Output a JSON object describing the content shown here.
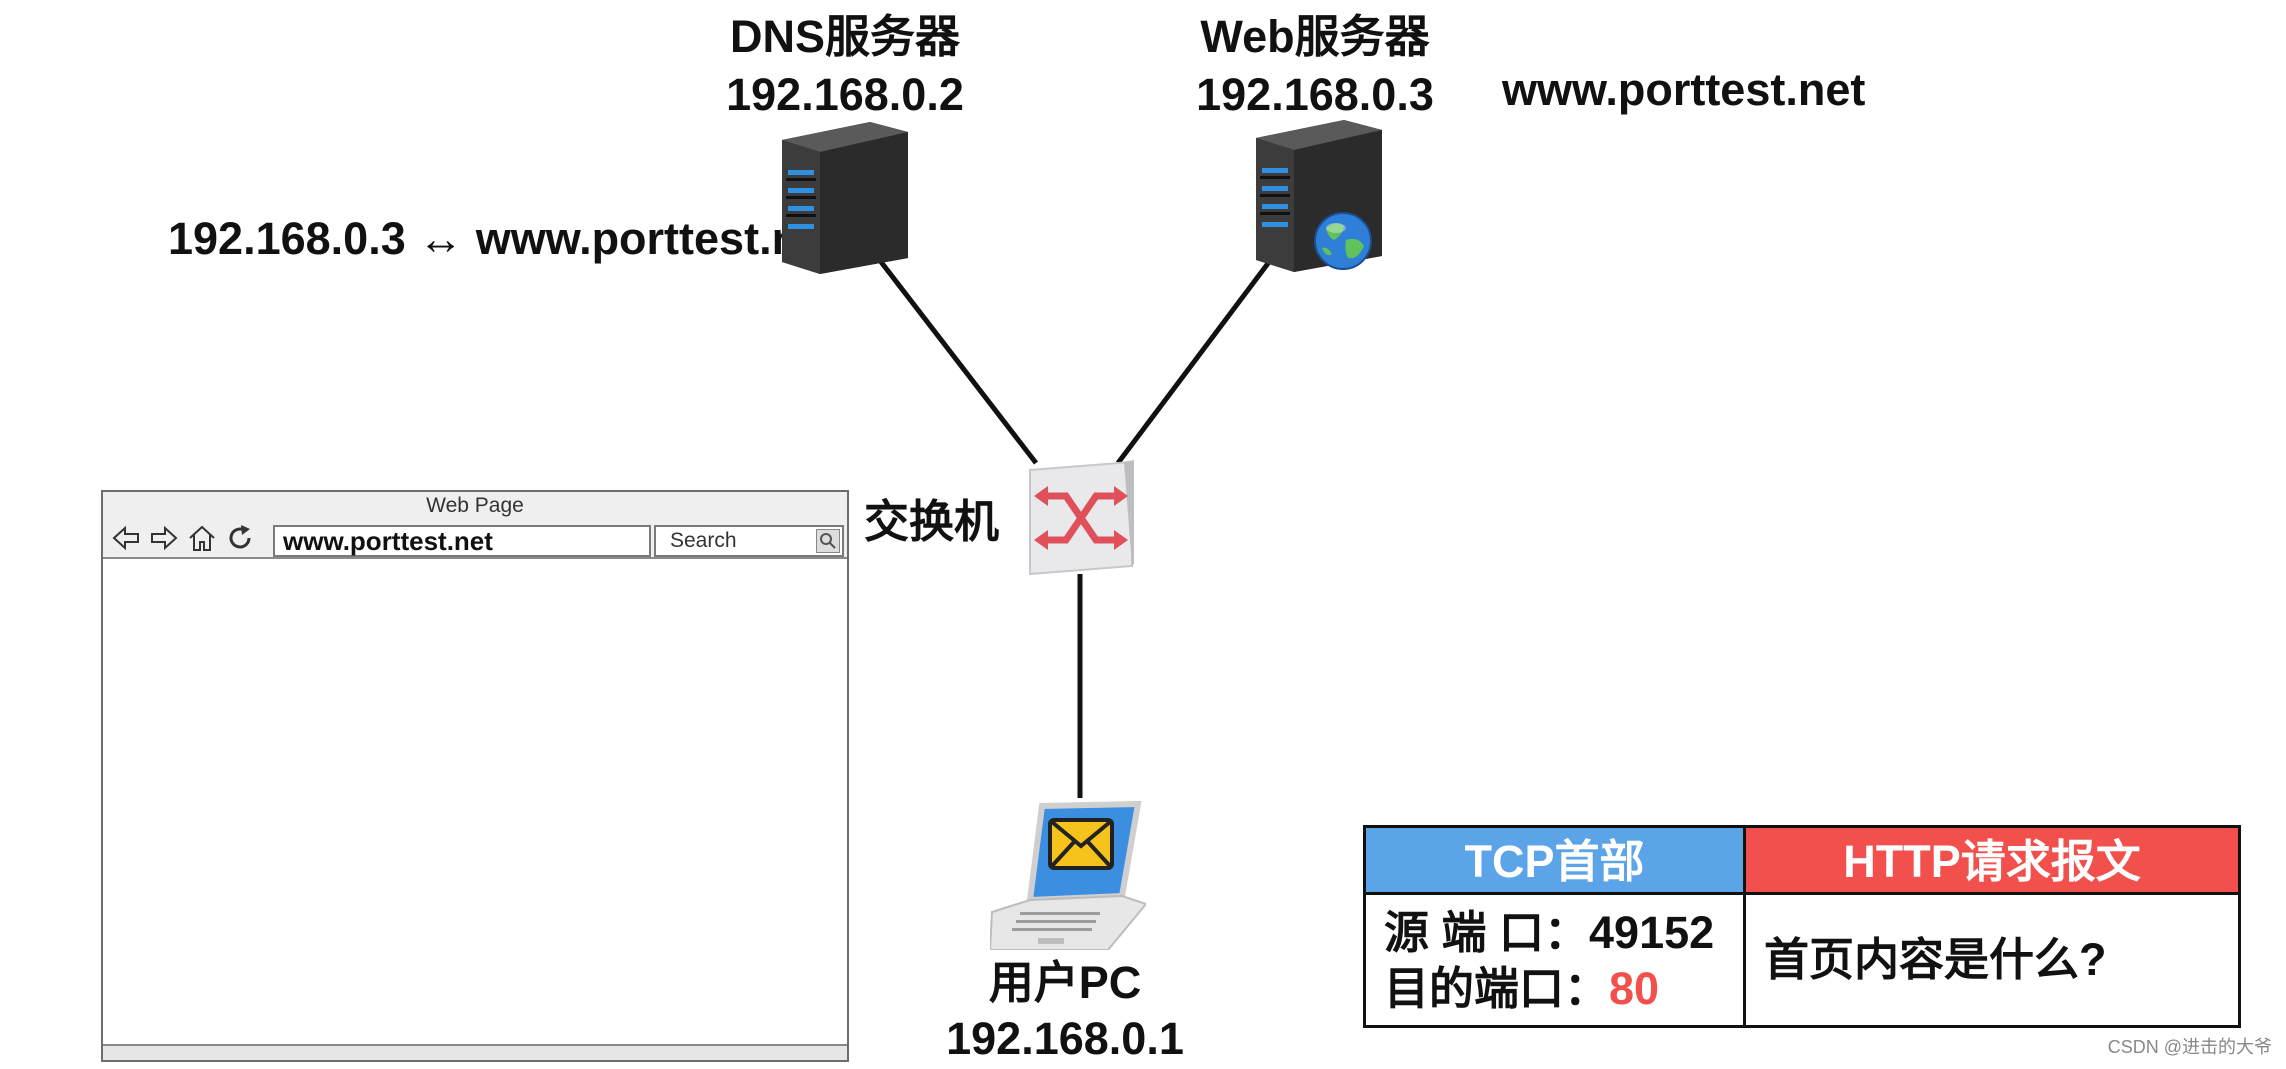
{
  "nodes": {
    "dns": {
      "name": "DNS服务器",
      "ip": "192.168.0.2",
      "note": "192.168.0.3 ↔ www.porttest.net"
    },
    "web": {
      "name": "Web服务器",
      "ip": "192.168.0.3",
      "note": "www.porttest.net"
    },
    "switch": {
      "name": "交换机"
    },
    "pc": {
      "name": "用户PC",
      "ip": "192.168.0.1"
    }
  },
  "browser": {
    "title": "Web Page",
    "url": "www.porttest.net",
    "search_label": "Search"
  },
  "header_table": {
    "tcp_header": "TCP首部",
    "http_header": "HTTP请求报文",
    "src_port_label": "源 端 口：",
    "src_port_value": "49152",
    "dst_port_label": "目的端口：",
    "dst_port_value": "80",
    "http_body": "首页内容是什么?"
  },
  "watermark": "CSDN @进击的大爷",
  "colors": {
    "tcp_header_bg": "#5ba4e8",
    "http_header_bg": "#f2504d",
    "highlight": "#f2504d",
    "server": "#2e2e2e",
    "server_led": "#2f8fe0"
  },
  "icons": [
    "server-icon",
    "globe-icon",
    "switch-icon",
    "laptop-icon",
    "envelope-icon",
    "back-arrow-icon",
    "forward-arrow-icon",
    "home-icon",
    "refresh-icon",
    "magnifier-icon"
  ]
}
